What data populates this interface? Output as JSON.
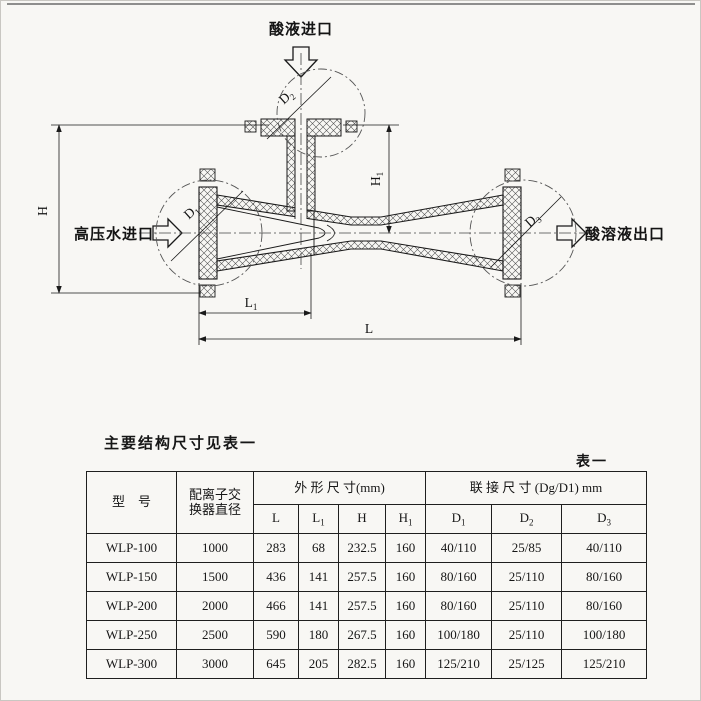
{
  "caption": "主要结构尺寸见表一",
  "table_label": "表一",
  "drawing": {
    "labels": {
      "acid_inlet": "酸液进口",
      "water_inlet": "高压水进口",
      "outlet": "酸溶液出口"
    },
    "dims": {
      "H": {
        "main": "H",
        "sub": ""
      },
      "H1": {
        "main": "H",
        "sub": "1"
      },
      "L": {
        "main": "L",
        "sub": ""
      },
      "L1": {
        "main": "L",
        "sub": "1"
      },
      "D1": {
        "main": "D",
        "sub": "1"
      },
      "D2": {
        "main": "D",
        "sub": "2"
      },
      "D3": {
        "main": "D",
        "sub": "3"
      }
    }
  },
  "table": {
    "header": {
      "model": "型　号",
      "exchanger_diameter": "配离子交\n换器直径",
      "outline_dims": "外 形 尺 寸(mm)",
      "connect_dims": "联 接 尺 寸 (Dg/D1)  mm",
      "sub_headers": [
        {
          "main": "L",
          "sub": ""
        },
        {
          "main": "L",
          "sub": "1"
        },
        {
          "main": "H",
          "sub": ""
        },
        {
          "main": "H",
          "sub": "1"
        },
        {
          "main": "D",
          "sub": "1"
        },
        {
          "main": "D",
          "sub": "2"
        },
        {
          "main": "D",
          "sub": "3"
        }
      ]
    },
    "rows": [
      {
        "model": "WLP-100",
        "dia": "1000",
        "L": "283",
        "L1": "68",
        "H": "232.5",
        "H1": "160",
        "D1": "40/110",
        "D2": "25/85",
        "D3": "40/110"
      },
      {
        "model": "WLP-150",
        "dia": "1500",
        "L": "436",
        "L1": "141",
        "H": "257.5",
        "H1": "160",
        "D1": "80/160",
        "D2": "25/110",
        "D3": "80/160"
      },
      {
        "model": "WLP-200",
        "dia": "2000",
        "L": "466",
        "L1": "141",
        "H": "257.5",
        "H1": "160",
        "D1": "80/160",
        "D2": "25/110",
        "D3": "80/160"
      },
      {
        "model": "WLP-250",
        "dia": "2500",
        "L": "590",
        "L1": "180",
        "H": "267.5",
        "H1": "160",
        "D1": "100/180",
        "D2": "25/110",
        "D3": "100/180"
      },
      {
        "model": "WLP-300",
        "dia": "3000",
        "L": "645",
        "L1": "205",
        "H": "282.5",
        "H1": "160",
        "D1": "125/210",
        "D2": "25/125",
        "D3": "125/210"
      }
    ]
  }
}
